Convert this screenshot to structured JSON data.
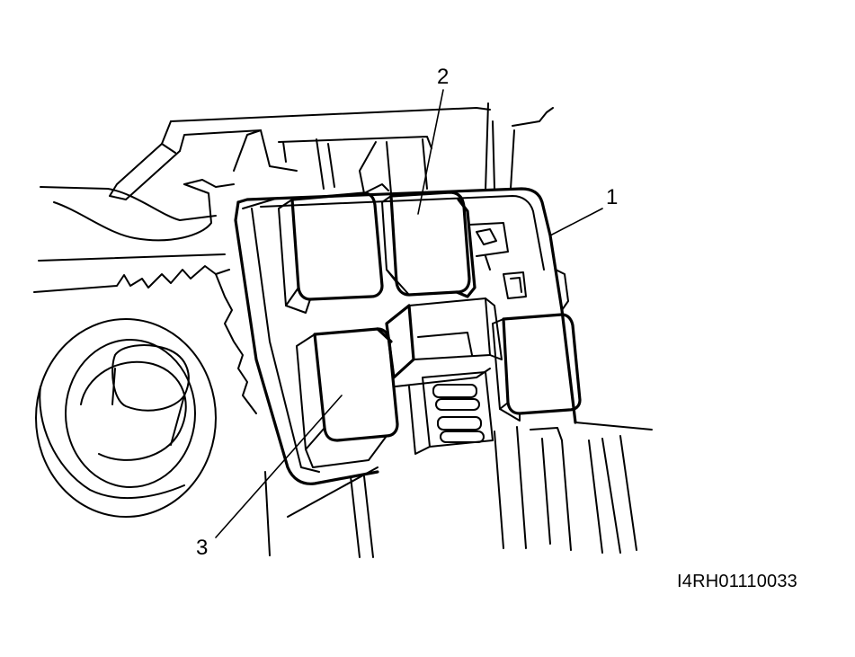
{
  "callouts": {
    "one": "1",
    "two": "2",
    "three": "3"
  },
  "figure_code": "I4RH01110033",
  "colors": {
    "line": "#000000",
    "background": "#ffffff"
  }
}
